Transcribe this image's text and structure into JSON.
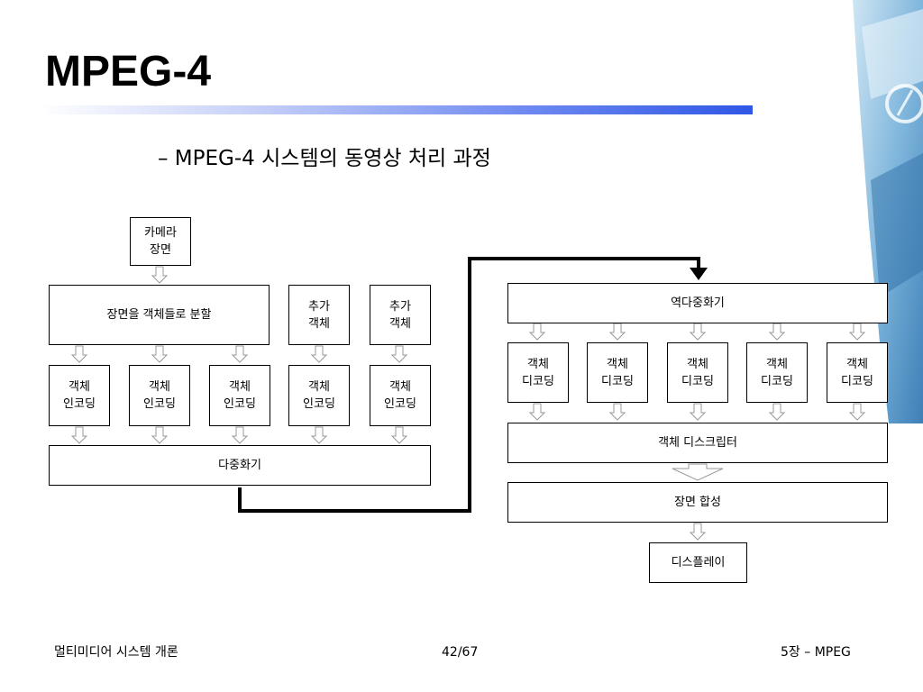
{
  "title": "MPEG-4",
  "subtitle": "–  MPEG-4 시스템의 동영상 처리 과정",
  "encoder": {
    "camera_scene": "카메라\n장면",
    "split_scene": "장면을 객체들로 분할",
    "extra_object_1": "추가\n객체",
    "extra_object_2": "추가\n객체",
    "encoding_1": "객체\n인코딩",
    "encoding_2": "객체\n인코딩",
    "encoding_3": "객체\n인코딩",
    "encoding_4": "객체\n인코딩",
    "encoding_5": "객체\n인코딩",
    "multiplexer": "다중화기"
  },
  "decoder": {
    "demultiplexer": "역다중화기",
    "decoding_1": "객체\n디코딩",
    "decoding_2": "객체\n디코딩",
    "decoding_3": "객체\n디코딩",
    "decoding_4": "객체\n디코딩",
    "decoding_5": "객체\n디코딩",
    "descriptor": "객체 디스크립터",
    "scene_composition": "장면 합성",
    "display": "디스플레이"
  },
  "footer": {
    "course": "멀티미디어 시스템 개론",
    "page": "42/67",
    "chapter": "5장 – MPEG"
  },
  "colors": {
    "title_bar_end": "#2f57e6",
    "corner_accent": "#4a8fc2",
    "hollow_arrow": "#999999"
  }
}
